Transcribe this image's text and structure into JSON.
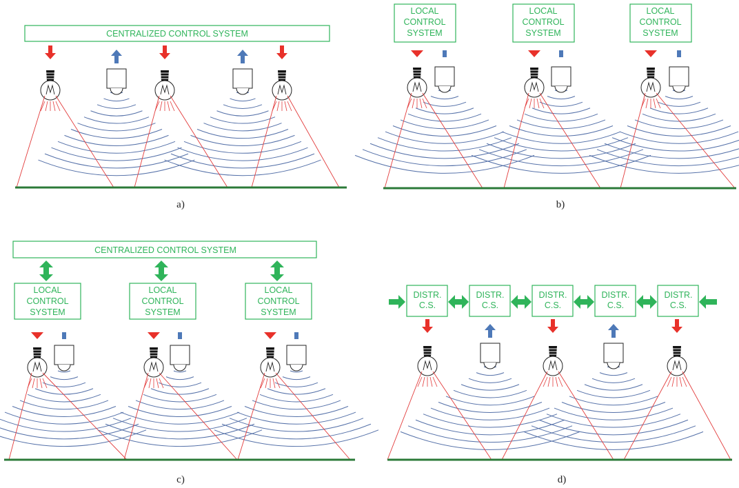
{
  "colors": {
    "green": "#2fb45a",
    "ground": "#2b7a38",
    "red": "#e8312a",
    "blue": "#4e79b8",
    "wave": "#5470a8",
    "beam": "#e23b3b",
    "ink": "#222222"
  },
  "icons": {
    "lamp": "light-bulb-icon",
    "sensor": "presence-sensor-icon",
    "down_arrow": "red-down-arrow-icon",
    "up_arrow": "blue-up-arrow-icon",
    "double_arrow": "green-double-arrow-icon"
  },
  "panels": {
    "a": {
      "caption": "a)",
      "ccs_label": "CENTRALIZED CONTROL SYSTEM"
    },
    "b": {
      "caption": "b)",
      "lcs_lines": [
        "LOCAL",
        "CONTROL",
        "SYSTEM"
      ]
    },
    "c": {
      "caption": "c)",
      "ccs_label": "CENTRALIZED CONTROL SYSTEM",
      "lcs_lines": [
        "LOCAL",
        "CONTROL",
        "SYSTEM"
      ]
    },
    "d": {
      "caption": "d)",
      "dcs_lines": [
        "DISTR.",
        "C.S."
      ]
    }
  }
}
